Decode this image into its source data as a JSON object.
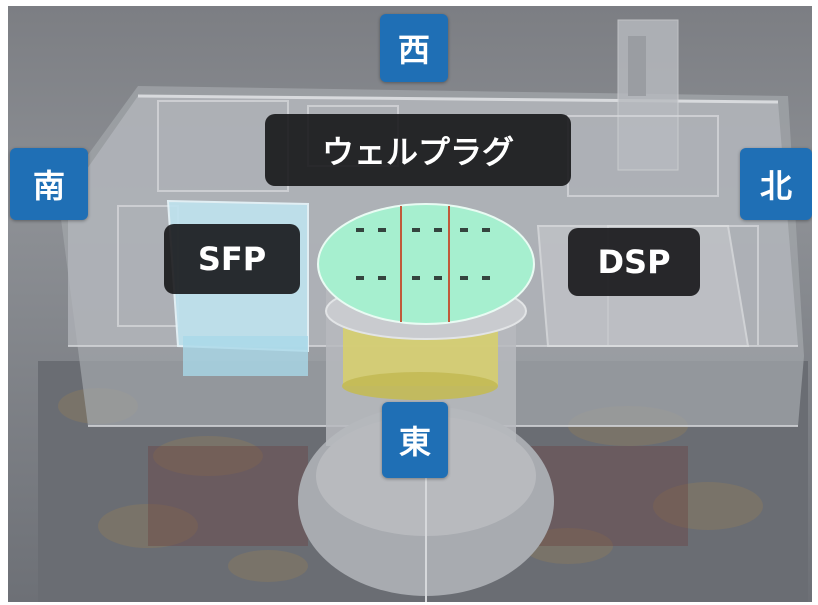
{
  "directions": {
    "west": "西",
    "south": "南",
    "north": "北",
    "east": "東"
  },
  "labels": {
    "well_plug": "ウェルプラグ",
    "sfp": "SFP",
    "dsp": "DSP"
  },
  "colors": {
    "badge": "#1f6fb5",
    "label_bg": "#121214",
    "well_plug_top": "#a6efcf",
    "sfp_water": "#bfe3ef",
    "shield_plug_ring": "#d8d06a"
  }
}
